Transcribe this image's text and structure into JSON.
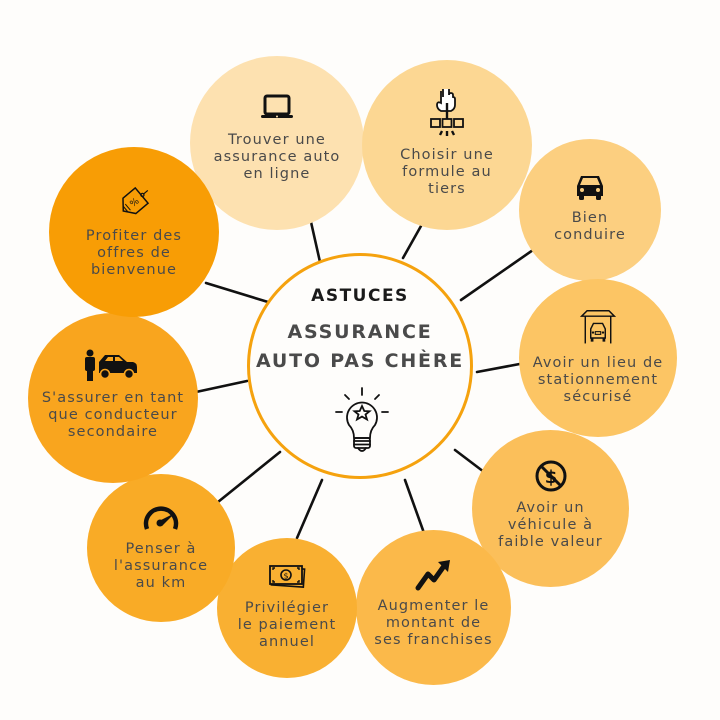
{
  "center": {
    "kicker": "ASTUCES",
    "title": "ASSURANCE\nAUTO PAS CHÈRE",
    "icon": "lightbulb-star-icon",
    "border_color": "#f5a20e"
  },
  "tips": [
    {
      "id": "online",
      "label": "Trouver une\nassurance auto\nen ligne",
      "icon": "laptop-icon",
      "color": "#fde1b0"
    },
    {
      "id": "third-party",
      "label": "Choisir une\nformule au\ntiers",
      "icon": "hand-pointer-select-icon",
      "color": "#fcd793"
    },
    {
      "id": "drive-well",
      "label": "Bien\nconduire",
      "icon": "car-icon",
      "color": "#fccf80"
    },
    {
      "id": "parking",
      "label": "Avoir un lieu de\nstationnement\nsécurisé",
      "icon": "garage-car-icon",
      "color": "#fcc564"
    },
    {
      "id": "low-value",
      "label": "Avoir un\nvéhicule à\nfaible valeur",
      "icon": "no-dollar-icon",
      "color": "#fbbf5a"
    },
    {
      "id": "deductible",
      "label": "Augmenter le\nmontant de\nses franchises",
      "icon": "trend-up-arrow-icon",
      "color": "#fbb94a"
    },
    {
      "id": "annual",
      "label": "Privilégier\nle paiement\nannuel",
      "icon": "banknote-icon",
      "color": "#f9b032"
    },
    {
      "id": "per-km",
      "label": "Penser à\nl'assurance\nau km",
      "icon": "speedometer-icon",
      "color": "#f9ab26"
    },
    {
      "id": "secondary-driver",
      "label": "S'assurer en tant\nque conducteur\nsecondaire",
      "icon": "person-car-icon",
      "color": "#f9a51e"
    },
    {
      "id": "welcome-offers",
      "label": "Profiter des\noffres de\nbienvenue",
      "icon": "discount-tag-icon",
      "color": "#f89d05"
    }
  ],
  "colors": {
    "background": "#fefdfb",
    "text": "#4a4a4a",
    "connector": "#111111"
  }
}
